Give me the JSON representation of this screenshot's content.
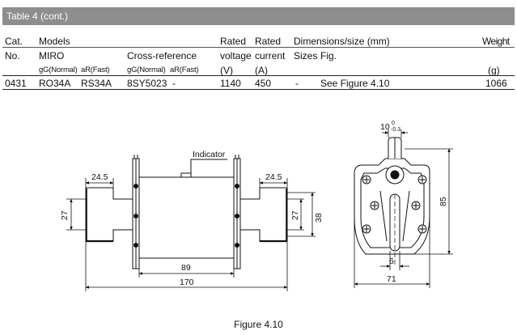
{
  "banner": {
    "title": "Table 4 (cont.)"
  },
  "table": {
    "headers": {
      "cat_line1": "Cat.",
      "cat_line2": "No.",
      "models": "Models",
      "miro": "MIRO",
      "cross_reference": "Cross-reference",
      "miro_gg": "gG(Normal)",
      "miro_ar": "aR(Fast)",
      "cross_gg": "gG(Normal)",
      "cross_ar": "aR(Fast)",
      "rated_line1": "Rated",
      "rated_line2": "voltage",
      "rated_unit": "(V)",
      "current_line1": "Rated",
      "current_line2": "current",
      "current_unit": "(A)",
      "dimensions": "Dimensions/size (mm)",
      "sizes": "Sizes",
      "fig": "Fig.",
      "weight": "Weight",
      "weight_unit": "(g)"
    },
    "row": {
      "cat_no": "0431",
      "miro_gg": "RO34A",
      "miro_ar": "RS34A",
      "cross_gg": "8SY5023",
      "cross_ar": "-",
      "voltage": "1140",
      "current": "450",
      "size": "-",
      "fig": "See Figure 4.10",
      "weight": "1066"
    }
  },
  "diagram": {
    "indicator_label": "Indicator",
    "dim_left_tab": "24.5",
    "dim_right_tab": "24.5",
    "dim_left_height": "27",
    "dim_right_height": "27",
    "dim_body_height": "38",
    "dim_body_width": "89",
    "dim_total_width": "170",
    "dim_top_slot": "10",
    "dim_top_slot_tol_upper": "0",
    "dim_top_slot_tol_lower": "-0.3",
    "dim_side_height": "85",
    "dim_slot_width": "6",
    "dim_side_width": "71"
  },
  "caption": "Figure 4.10"
}
